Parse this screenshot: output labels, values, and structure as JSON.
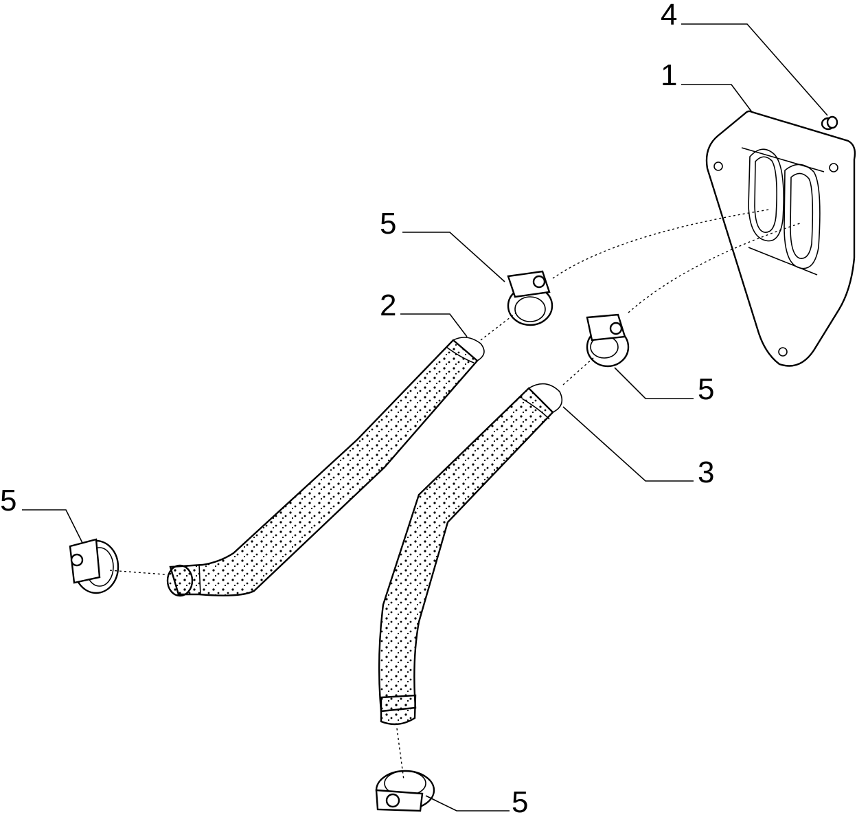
{
  "callouts": {
    "plate": "1",
    "hose_upper": "2",
    "hose_lower": "3",
    "screw": "4",
    "clamp_top_left": "5",
    "clamp_top_right": "5",
    "clamp_left": "5",
    "clamp_bottom": "5"
  },
  "colors": {
    "ink": "#000000",
    "paper": "#ffffff"
  }
}
